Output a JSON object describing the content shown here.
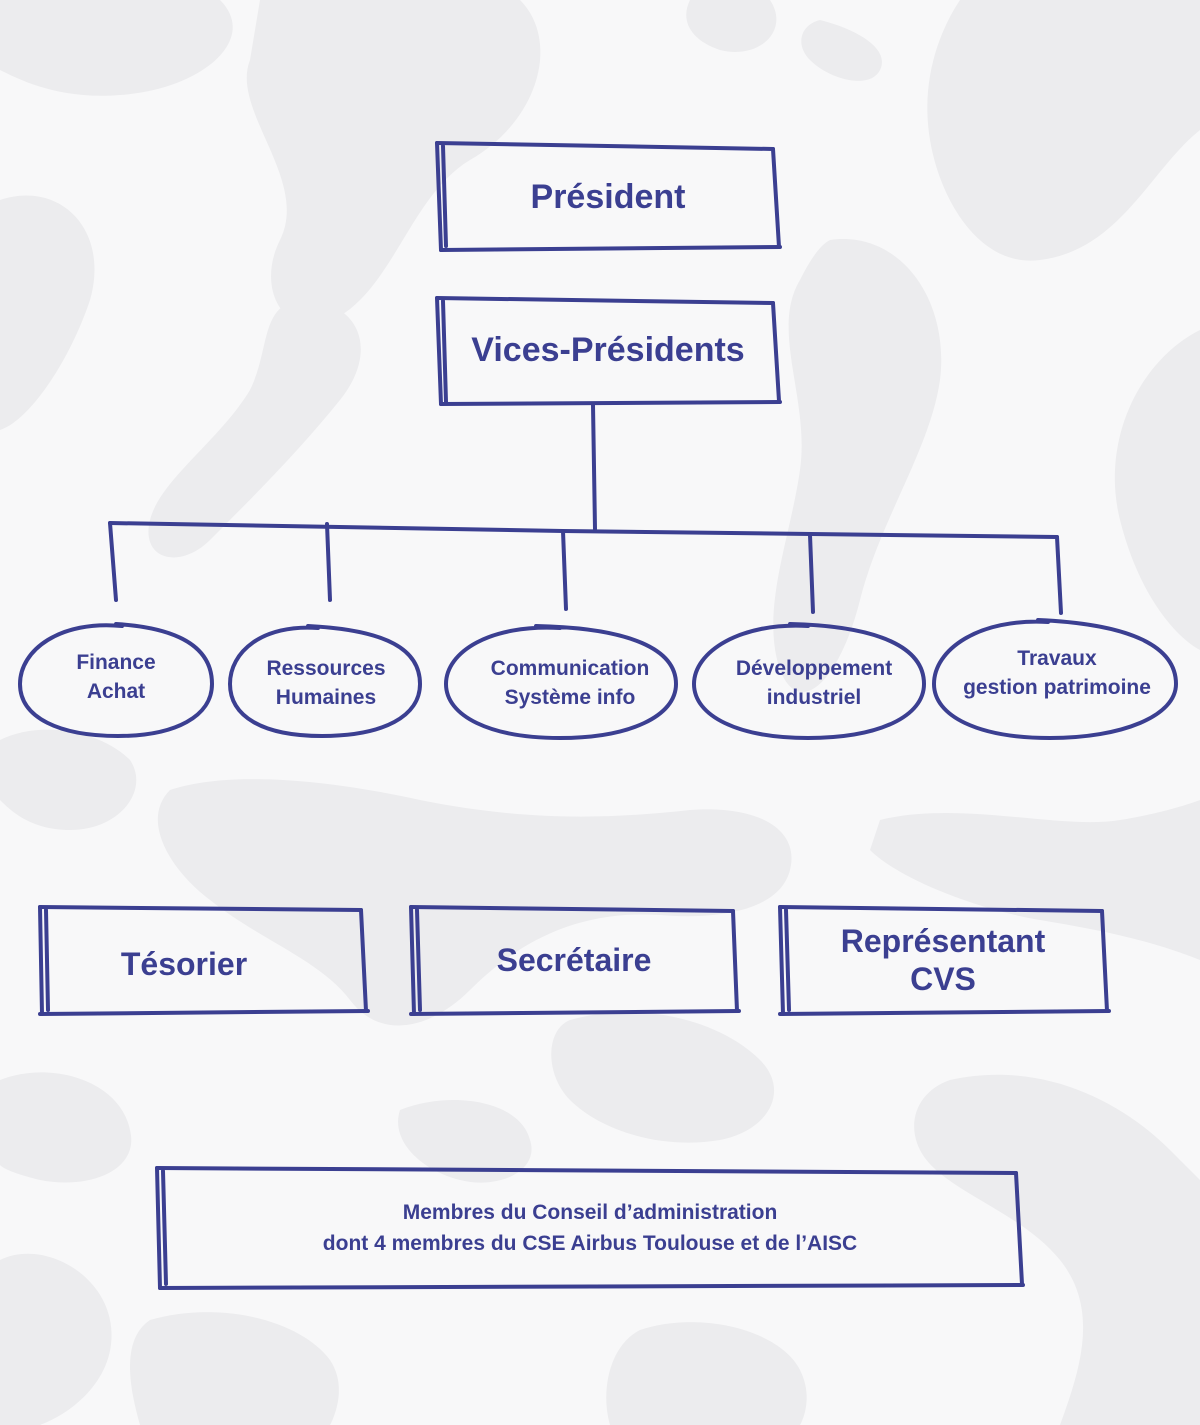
{
  "colors": {
    "ink": "#3b3f91",
    "background": "#f8f8f9",
    "blob": "#ececee"
  },
  "chart": {
    "president": "Président",
    "vice_presidents": "Vices-Présidents",
    "departments": [
      {
        "line1": "Finance",
        "line2": "Achat"
      },
      {
        "line1": "Ressources",
        "line2": "Humaines"
      },
      {
        "line1": "Communication",
        "line2": "Système info"
      },
      {
        "line1": "Développement",
        "line2": "industriel"
      },
      {
        "line1": "Travaux",
        "line2": "gestion patrimoine"
      }
    ],
    "tresorier": "Tésorier",
    "secretaire": "Secrétaire",
    "representant": {
      "line1": "Représentant",
      "line2": "CVS"
    },
    "membres": {
      "line1": "Membres du Conseil d’administration",
      "line2": "dont 4 membres du CSE Airbus Toulouse et de l’AISC"
    }
  }
}
